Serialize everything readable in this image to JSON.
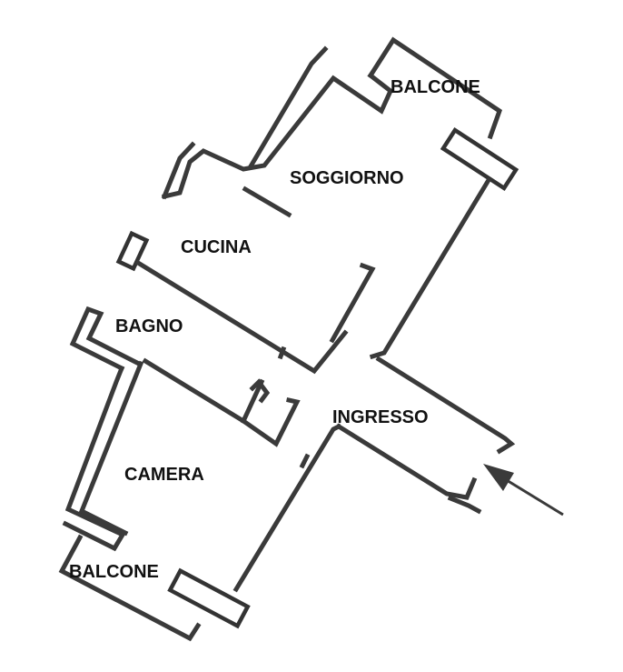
{
  "rooms": {
    "balcone_top": "BALCONE",
    "soggiorno": "SOGGIORNO",
    "cucina": "CUCINA",
    "bagno": "BAGNO",
    "ingresso": "INGRESSO",
    "camera": "CAMERA",
    "balcone_bottom": "BALCONE"
  },
  "colors": {
    "wall": "#3a3a3a",
    "background": "#ffffff",
    "label": "#111111"
  }
}
